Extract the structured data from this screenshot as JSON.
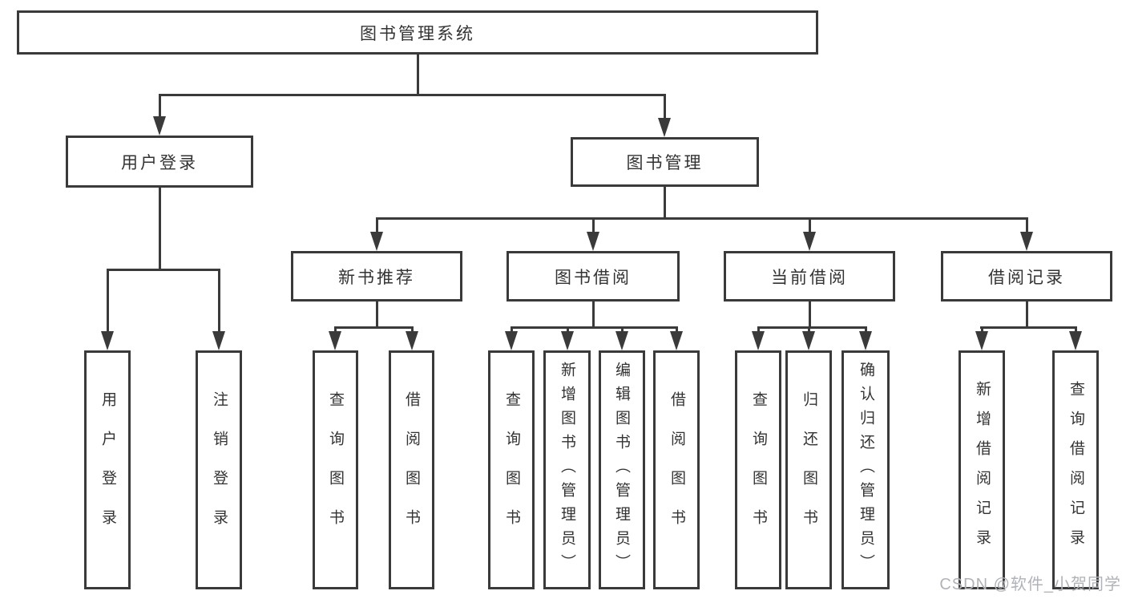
{
  "title": "图书管理系统",
  "level2": [
    "用户登录",
    "图书管理"
  ],
  "level3": [
    "新书推荐",
    "图书借阅",
    "当前借阅",
    "借阅记录"
  ],
  "leaves": [
    [
      "用户登录",
      "注销登录"
    ],
    [
      "查询图书",
      "借阅图书"
    ],
    [
      "查询图书",
      "新增图书（管理员）",
      "编辑图书（管理员）",
      "借阅图书"
    ],
    [
      "查询图书",
      "归还图书",
      "确认归还（管理员）"
    ],
    [
      "新增借阅记录",
      "查询借阅记录"
    ]
  ],
  "watermark": "CSDN @软件_小贺同学",
  "colors": {
    "line": "#3a3a3a",
    "text": "#333333",
    "watermark": "#b0b3b8",
    "background": "#ffffff"
  }
}
